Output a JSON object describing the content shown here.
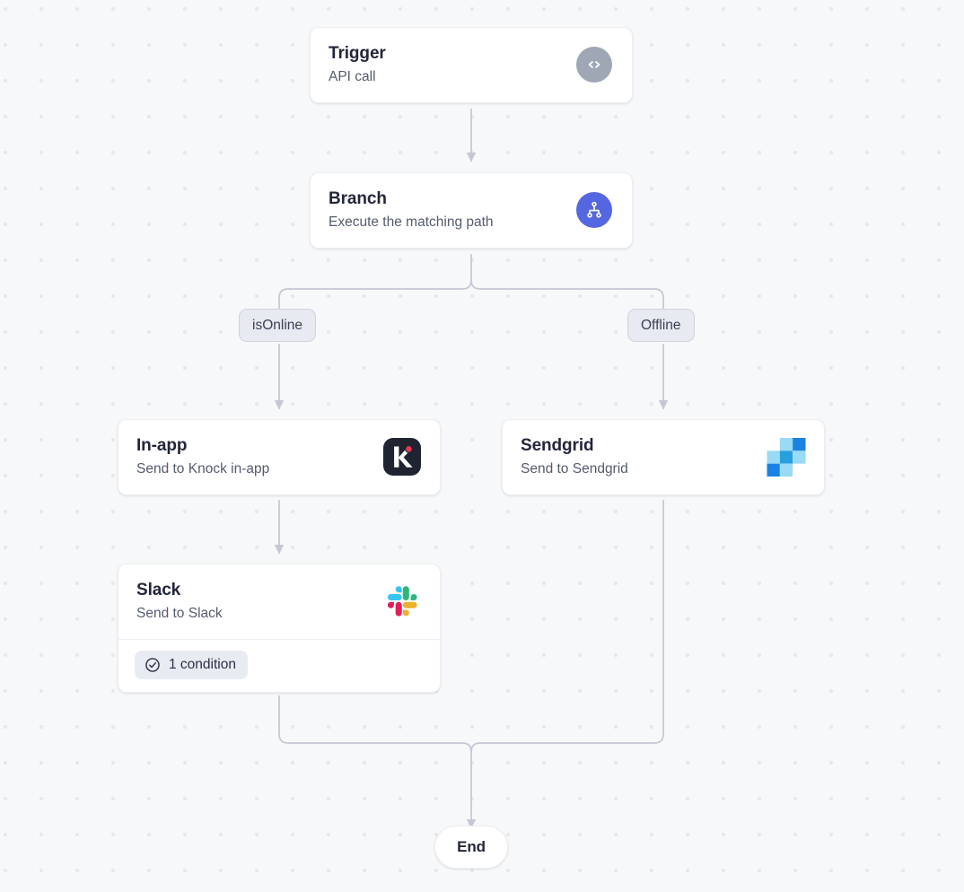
{
  "canvas": {
    "background_color": "#f7f8f9",
    "dot_color": "#e7e8ea",
    "edge_color": "#c5c8d4"
  },
  "nodes": {
    "trigger": {
      "title": "Trigger",
      "subtitle": "API call",
      "icon": "code-brackets-icon",
      "icon_bg": "#a0a7b4"
    },
    "branch": {
      "title": "Branch",
      "subtitle": "Execute the matching path",
      "icon": "branch-fork-icon",
      "icon_bg": "#5567e0"
    },
    "inapp": {
      "title": "In-app",
      "subtitle": "Send to Knock in-app",
      "icon": "knock-logo-icon",
      "icon_bg": "#1f2430"
    },
    "sendgrid": {
      "title": "Sendgrid",
      "subtitle": "Send to Sendgrid",
      "icon": "sendgrid-logo-icon",
      "icon_bg": "#1a82e2"
    },
    "slack": {
      "title": "Slack",
      "subtitle": "Send to Slack",
      "icon": "slack-logo-icon",
      "condition_badge": {
        "label": "1 condition",
        "icon": "check-circle-icon"
      }
    },
    "end": {
      "label": "End"
    }
  },
  "branch_paths": [
    {
      "label": "isOnline"
    },
    {
      "label": "Offline"
    }
  ]
}
